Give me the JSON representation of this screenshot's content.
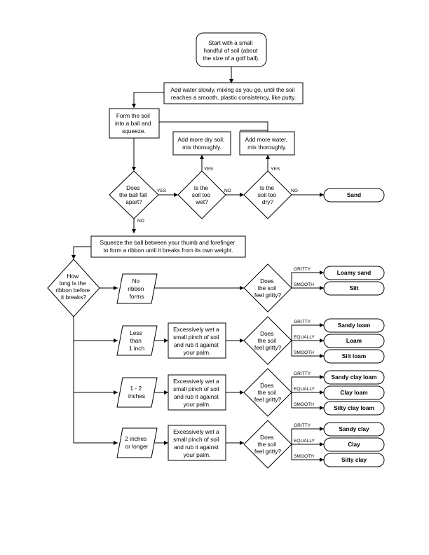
{
  "start": [
    "Start with a small",
    "handful of soil (about",
    "the size of a golf ball)."
  ],
  "add_water_box": [
    "Add water slowly, mixing as you go, until the soil",
    "reaches a smooth, plastic consistency, like putty."
  ],
  "form_ball": [
    "Form the soil",
    "into a ball and",
    "squeeze."
  ],
  "add_dry_soil": [
    "Add more dry soil,",
    "mix thoroughly."
  ],
  "add_more_water": [
    "Add more water,",
    "mix thoroughly."
  ],
  "q_ball_fall": [
    "Does",
    "the ball fall",
    "apart?"
  ],
  "q_too_wet": [
    "Is the",
    "soil too",
    "wet?"
  ],
  "q_too_dry": [
    "Is the",
    "soil too",
    "dry?"
  ],
  "sand": "Sand",
  "squeeze_ribbon": [
    "Squeeze the ball between your thumb and forefinger",
    "to form a ribbon until it breaks from its own weight."
  ],
  "q_ribbon_length": [
    "How",
    "long is the",
    "ribbon before",
    "it breaks?"
  ],
  "no_ribbon": [
    "No",
    "ribbon",
    "forms"
  ],
  "less_1_inch": [
    "Less",
    "than",
    "1 inch"
  ],
  "one_two_inches": [
    "1 - 2",
    "inches"
  ],
  "two_plus_inches": [
    "2 inches",
    "or longer"
  ],
  "wet_pinch": [
    "Excessively wet a",
    "small pinch of soil",
    "and rub it against",
    "your palm."
  ],
  "q_gritty": [
    "Does",
    "the soil",
    "feel gritty?"
  ],
  "labels": {
    "yes": "YES",
    "no": "NO",
    "gritty": "GRITTY",
    "smooth": "SMOOTH",
    "equally": "EQUALLY"
  },
  "results": {
    "loamy_sand": "Loamy sand",
    "silt": "Silt",
    "sandy_loam": "Sandy loam",
    "loam": "Loam",
    "silt_loam": "Silt loam",
    "sandy_clay_loam": "Sandy clay loam",
    "clay_loam": "Clay loam",
    "silty_clay_loam": "Silty clay loam",
    "sandy_clay": "Sandy clay",
    "clay": "Clay",
    "silty_clay": "Silty clay"
  }
}
